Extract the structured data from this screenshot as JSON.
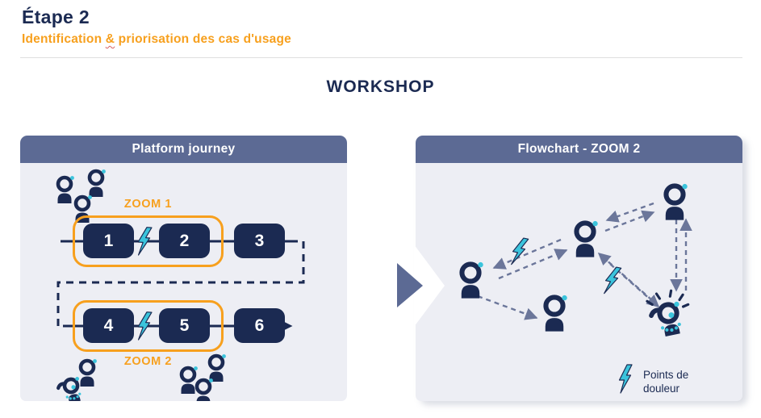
{
  "page": {
    "title": "Étape 2",
    "subtitle_part1": "Identification ",
    "subtitle_amp": "&",
    "subtitle_part2": " priorisation des cas d'usage",
    "workshop_title": "WORKSHOP"
  },
  "left_panel": {
    "header": "Platform journey",
    "zoom1_label": "ZOOM 1",
    "zoom2_label": "ZOOM 2",
    "steps": [
      "1",
      "2",
      "3",
      "4",
      "5",
      "6"
    ]
  },
  "right_panel": {
    "header": "Flowchart - ZOOM 2",
    "legend_line1": "Points de",
    "legend_line2": "douleur"
  },
  "icons": {
    "participant": "person-avatar-icon",
    "overwhelmed": "overwhelmed-person-icon",
    "pain_point": "lightning-bolt-icon",
    "transition": "right-arrow-icon"
  },
  "colors": {
    "navy": "#1B2A52",
    "orange": "#F7A01E",
    "slate_header": "#5C6A94",
    "panel_bg": "#EDEEF4",
    "cyan": "#3BC4DC",
    "arrow_gray": "#6B769A"
  }
}
